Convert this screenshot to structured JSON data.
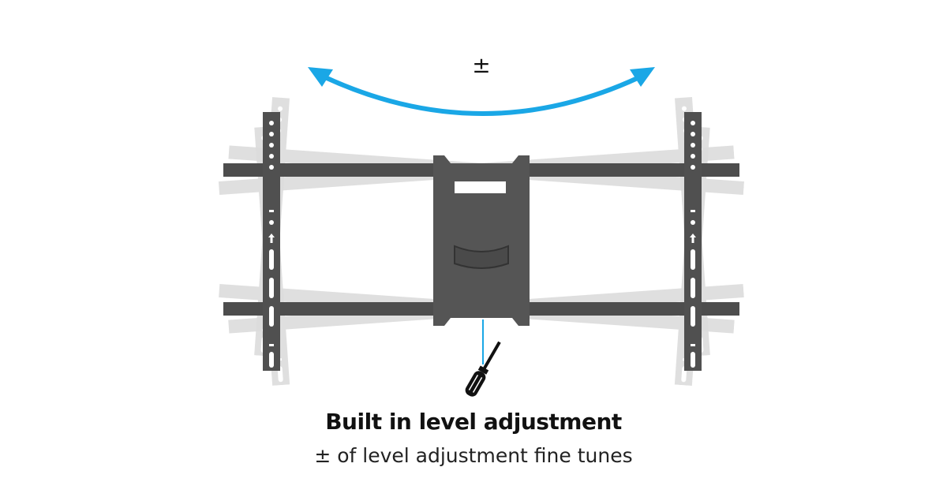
{
  "diagram": {
    "tilt_symbol": "±",
    "title": "Built in level adjustment",
    "subtitle": "± of level adjustment fine tunes",
    "colors": {
      "arrow": "#1aa7e6",
      "mount": "#505050",
      "ghost": "#d9d9d9"
    },
    "icons": [
      "double-arrow-arc-icon",
      "tv-mount-bracket",
      "screwdriver-icon"
    ]
  }
}
